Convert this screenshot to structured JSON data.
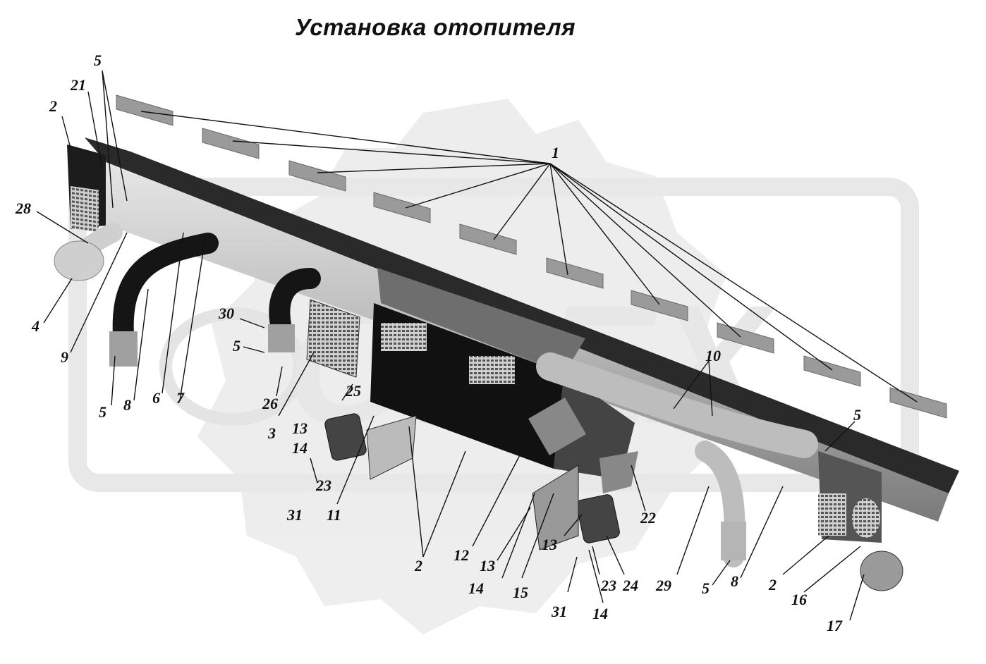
{
  "title": "Установка отопителя",
  "watermark_text": "ОВЕХ",
  "colors": {
    "background": "#ffffff",
    "watermark": "#dcdcdc",
    "parts_light": "#c9c9c9",
    "parts_mid": "#8f8f8f",
    "parts_dark": "#1a1a1a",
    "ink": "#111111"
  },
  "callouts": [
    {
      "id": "c1",
      "label": "1"
    },
    {
      "id": "c2a",
      "label": "2"
    },
    {
      "id": "c5a",
      "label": "5"
    },
    {
      "id": "c21",
      "label": "21"
    },
    {
      "id": "c28",
      "label": "28"
    },
    {
      "id": "c4",
      "label": "4"
    },
    {
      "id": "c9",
      "label": "9"
    },
    {
      "id": "c5b",
      "label": "5"
    },
    {
      "id": "c8a",
      "label": "8"
    },
    {
      "id": "c6",
      "label": "6"
    },
    {
      "id": "c7",
      "label": "7"
    },
    {
      "id": "c30",
      "label": "30"
    },
    {
      "id": "c5c",
      "label": "5"
    },
    {
      "id": "c26",
      "label": "26"
    },
    {
      "id": "c3",
      "label": "3"
    },
    {
      "id": "c25",
      "label": "25"
    },
    {
      "id": "c13a",
      "label": "13"
    },
    {
      "id": "c14a",
      "label": "14"
    },
    {
      "id": "c23a",
      "label": "23"
    },
    {
      "id": "c31a",
      "label": "31"
    },
    {
      "id": "c11",
      "label": "11"
    },
    {
      "id": "c2b",
      "label": "2"
    },
    {
      "id": "c12",
      "label": "12"
    },
    {
      "id": "c13b",
      "label": "13"
    },
    {
      "id": "c14b",
      "label": "14"
    },
    {
      "id": "c15",
      "label": "15"
    },
    {
      "id": "c13c",
      "label": "13"
    },
    {
      "id": "c31b",
      "label": "31"
    },
    {
      "id": "c23b",
      "label": "23"
    },
    {
      "id": "c24",
      "label": "24"
    },
    {
      "id": "c14c",
      "label": "14"
    },
    {
      "id": "c22",
      "label": "22"
    },
    {
      "id": "c29",
      "label": "29"
    },
    {
      "id": "c5d",
      "label": "5"
    },
    {
      "id": "c8b",
      "label": "8"
    },
    {
      "id": "c2c",
      "label": "2"
    },
    {
      "id": "c16",
      "label": "16"
    },
    {
      "id": "c17",
      "label": "17"
    },
    {
      "id": "c10",
      "label": "10"
    },
    {
      "id": "c5e",
      "label": "5"
    }
  ]
}
